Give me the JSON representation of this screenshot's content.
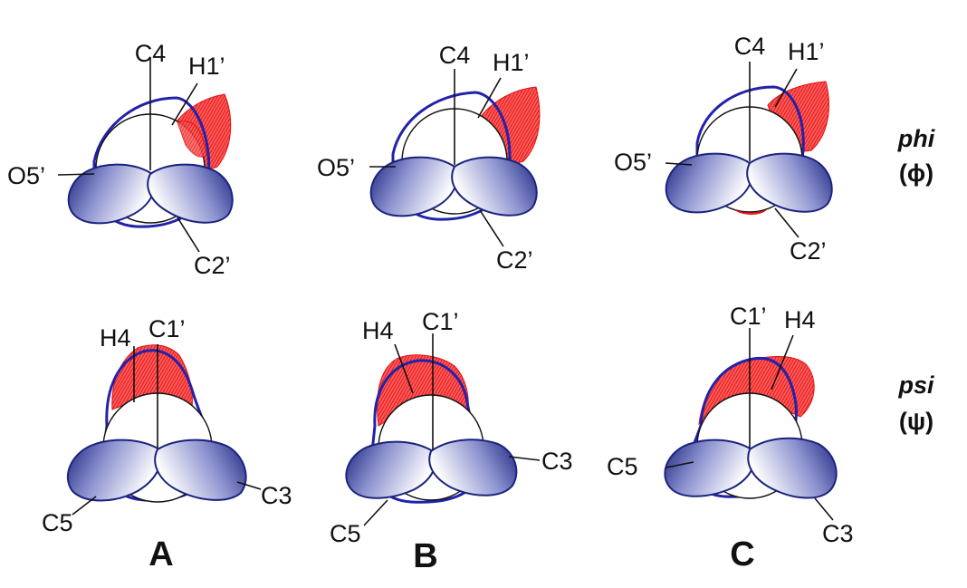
{
  "columns": [
    "A",
    "B",
    "C"
  ],
  "rows": [
    {
      "label": "phi",
      "symbol": "(ϕ)"
    },
    {
      "label": "psi",
      "symbol": "(ψ)"
    }
  ],
  "panels": {
    "phi_A": {
      "top_left": "C4",
      "top_right": "H1’",
      "left": "O5’",
      "bottom": "C2’"
    },
    "phi_B": {
      "top_left": "C4",
      "top_right": "H1’",
      "left": "O5’",
      "bottom": "C2’"
    },
    "phi_C": {
      "top_left": "C4",
      "top_right": "H1’",
      "left": "O5’",
      "bottom": "C2’"
    },
    "psi_A": {
      "top_left": "H4",
      "top_right": "C1’",
      "left": "C5",
      "right": "C3"
    },
    "psi_B": {
      "top_left": "H4",
      "top_right": "C1’",
      "left": "C5",
      "right": "C3"
    },
    "psi_C": {
      "top_left": "C1’",
      "top_right": "H4",
      "left": "C5",
      "right": "C3"
    }
  },
  "colors": {
    "cloud": "#e01010",
    "ring": "#2222aa",
    "lobe_dark": "#1a237e",
    "lobe_light": "#ffffff"
  }
}
